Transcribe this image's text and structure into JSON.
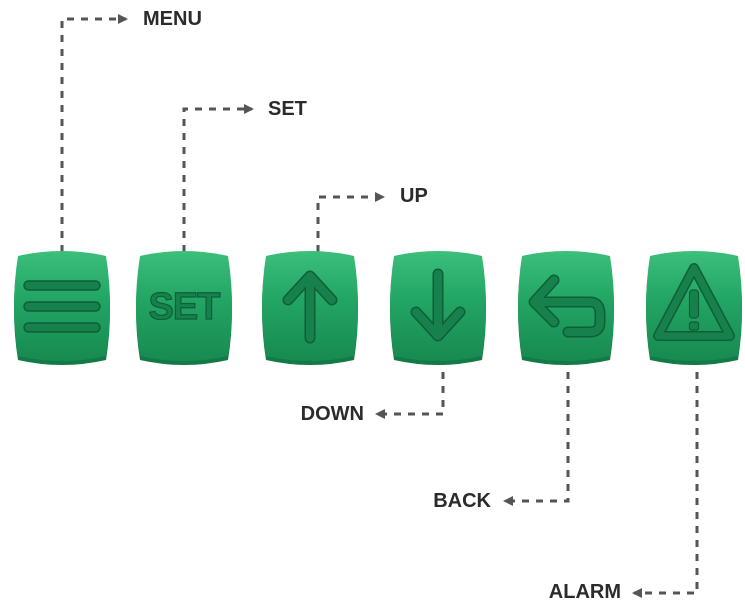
{
  "keypad": {
    "buttons": [
      {
        "id": "menu",
        "icon": "menu-icon",
        "label": "MENU"
      },
      {
        "id": "set",
        "icon": "set-text-icon",
        "label": "SET",
        "face_text": "SET"
      },
      {
        "id": "up",
        "icon": "arrow-up-icon",
        "label": "UP"
      },
      {
        "id": "down",
        "icon": "arrow-down-icon",
        "label": "DOWN"
      },
      {
        "id": "back",
        "icon": "back-arrow-icon",
        "label": "BACK"
      },
      {
        "id": "alarm",
        "icon": "warning-icon",
        "label": "ALARM"
      }
    ]
  },
  "colors": {
    "button_fill": "#21a263",
    "button_shadow": "#137a45",
    "button_highlight": "#3fbf7d",
    "icon_fill": "#17814d",
    "icon_outline": "#0e5e36",
    "leader_line": "#555555",
    "label_text": "#2b2b2b"
  }
}
